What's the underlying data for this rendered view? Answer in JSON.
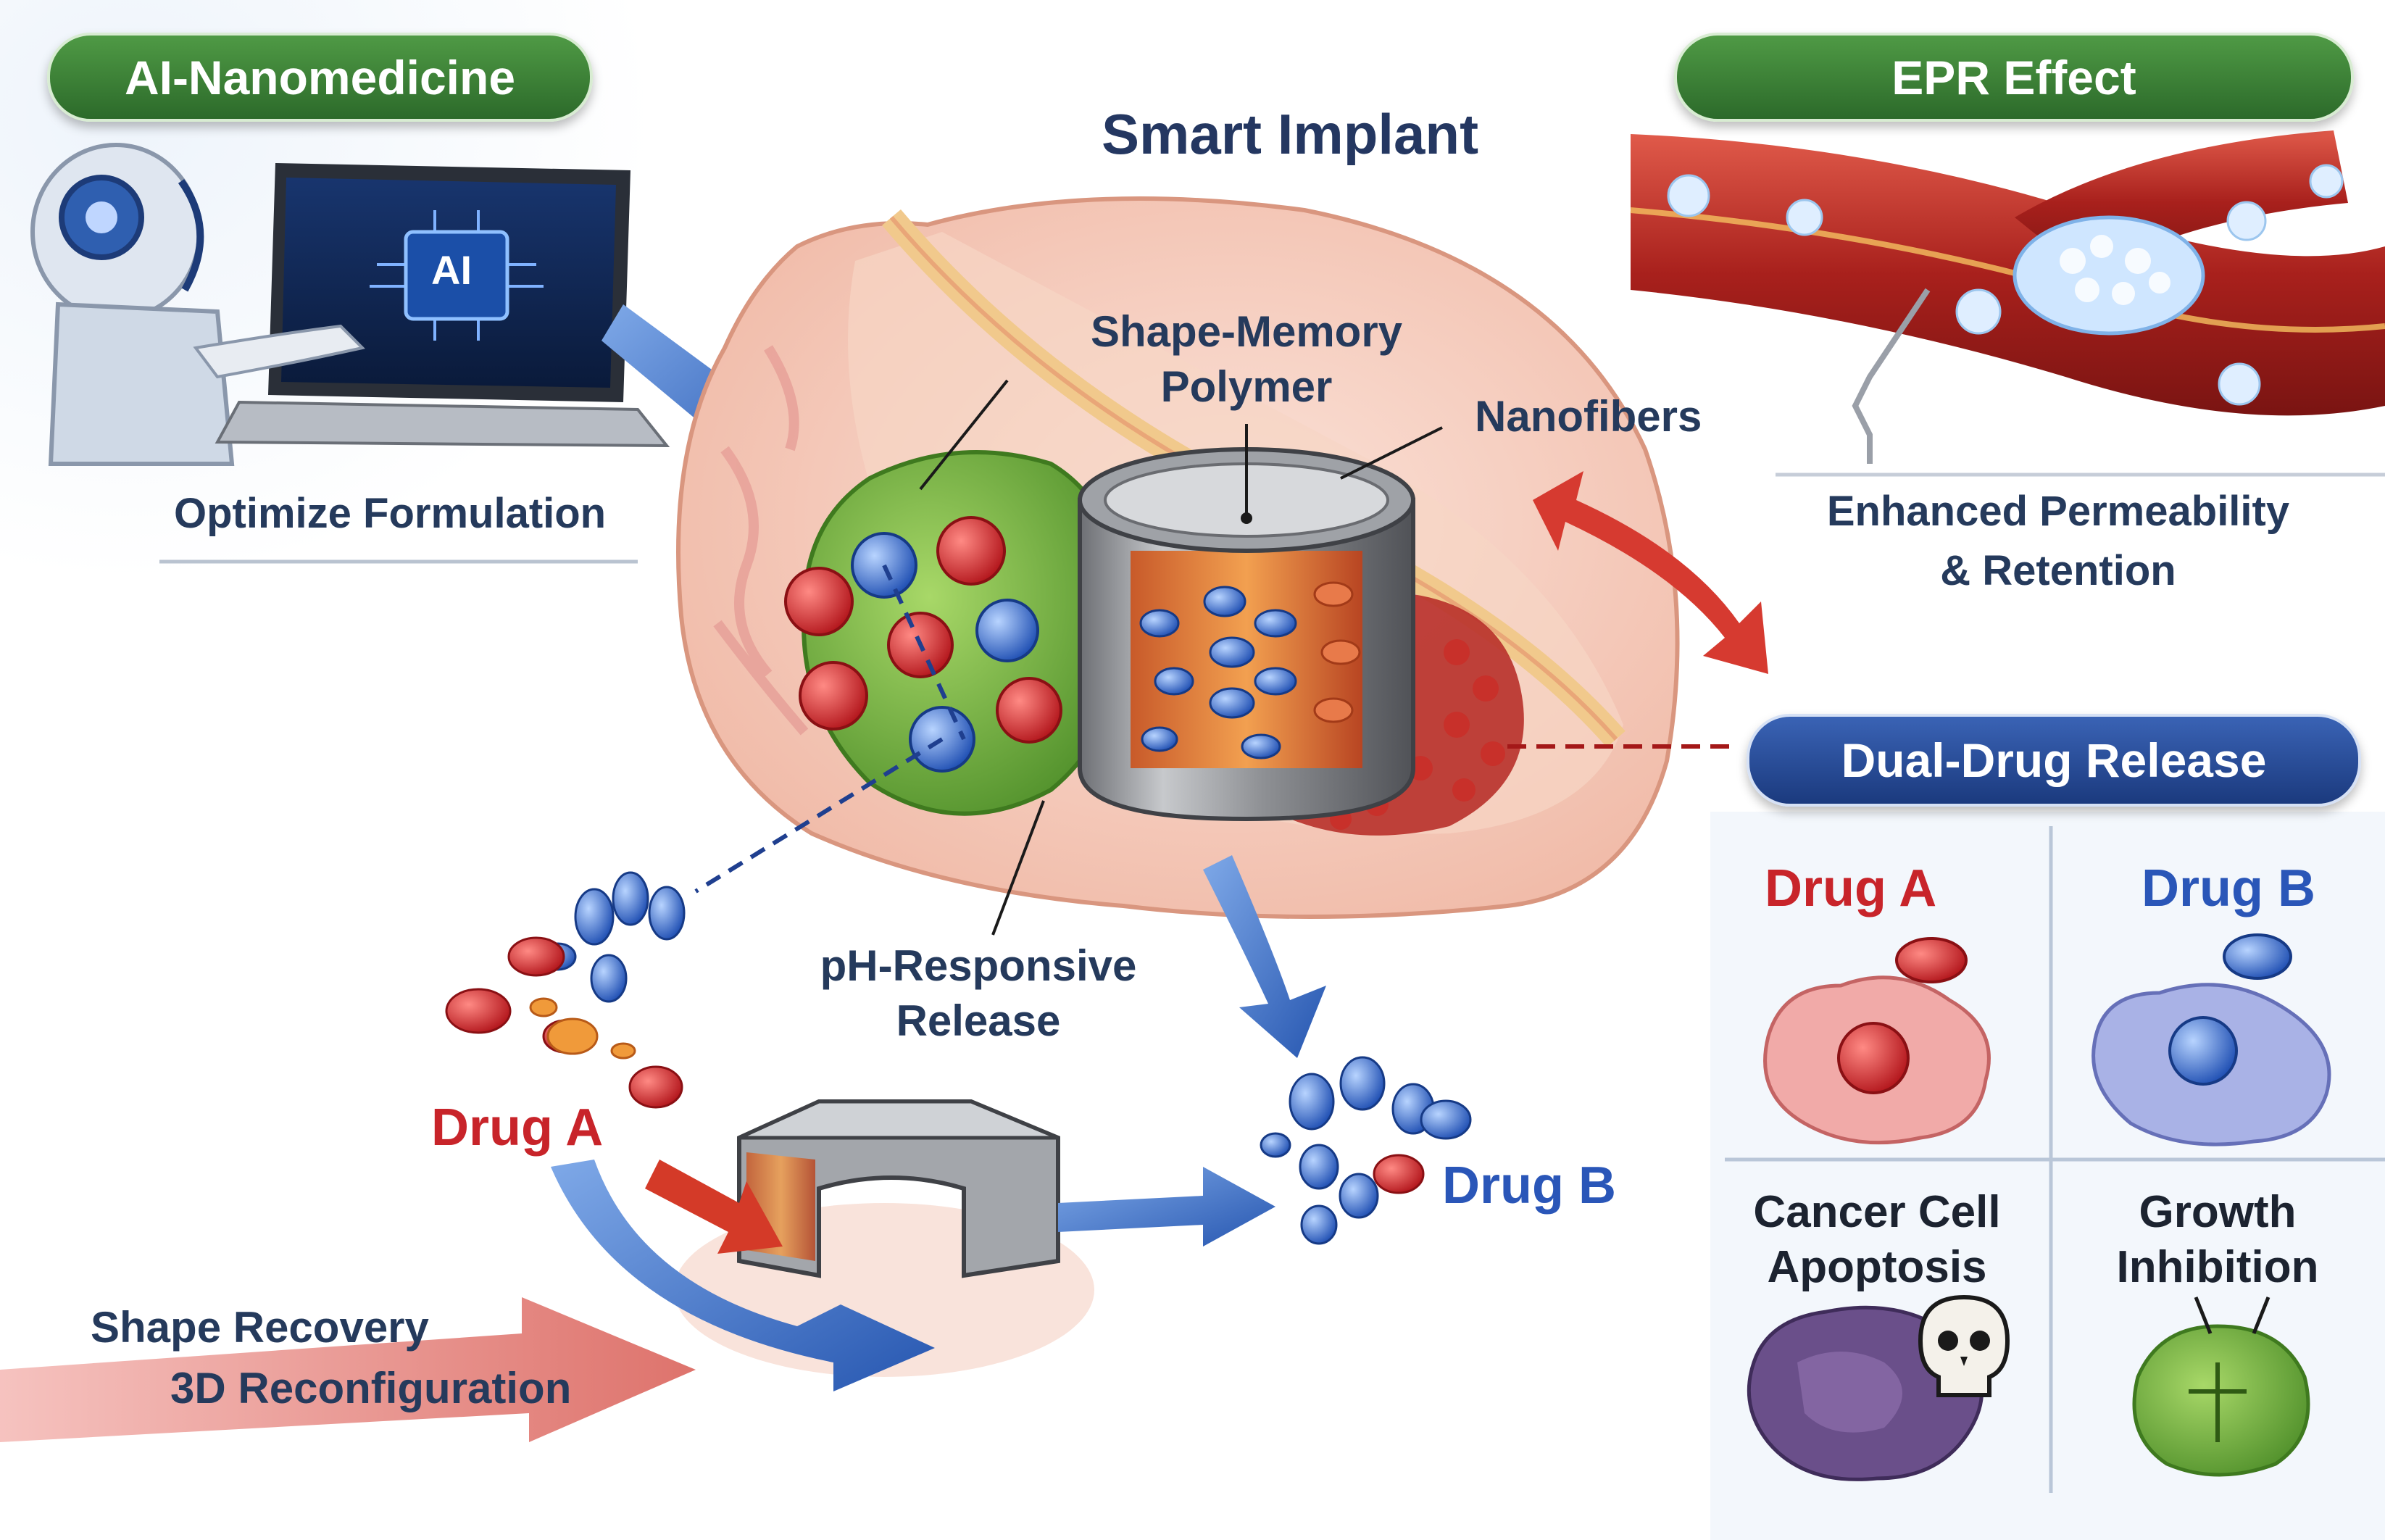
{
  "title": "Smart Implant",
  "panels": {
    "ai": {
      "badge": "AI-Nanomedicine",
      "chip": "AI",
      "caption": "Optimize Formulation"
    },
    "epr": {
      "badge": "EPR Effect",
      "caption_line1": "Enhanced Permeability",
      "caption_line2": "& Retention"
    },
    "dual": {
      "badge": "Dual-Drug Release",
      "drug_a": "Drug A",
      "drug_b": "Drug B",
      "outcome_a_line1": "Cancer Cell",
      "outcome_a_line2": "Apoptosis",
      "outcome_b_line1": "Growth",
      "outcome_b_line2": "Inhibition"
    }
  },
  "callouts": {
    "smp_line1": "Shape-Memory",
    "smp_line2": "Polymer",
    "nanofibers": "Nanofibers",
    "ph_line1": "pH-Responsive",
    "ph_line2": "Release"
  },
  "bottom": {
    "drug_a": "Drug A",
    "drug_b": "Drug B",
    "recovery_line1": "Shape Recovery",
    "recovery_line2": "3D Reconfiguration"
  },
  "colors": {
    "drug_a_red": "#c8242a",
    "drug_b_blue": "#2a56b8",
    "badge_green": "#3a7d35",
    "badge_blue": "#22458f",
    "text_dark": "#253a5c"
  },
  "icons": [
    "robot-icon",
    "laptop-icon",
    "ai-chip-icon",
    "skull-icon",
    "blood-vessel-icon",
    "implant-cylinder-icon",
    "c-implant-icon"
  ]
}
